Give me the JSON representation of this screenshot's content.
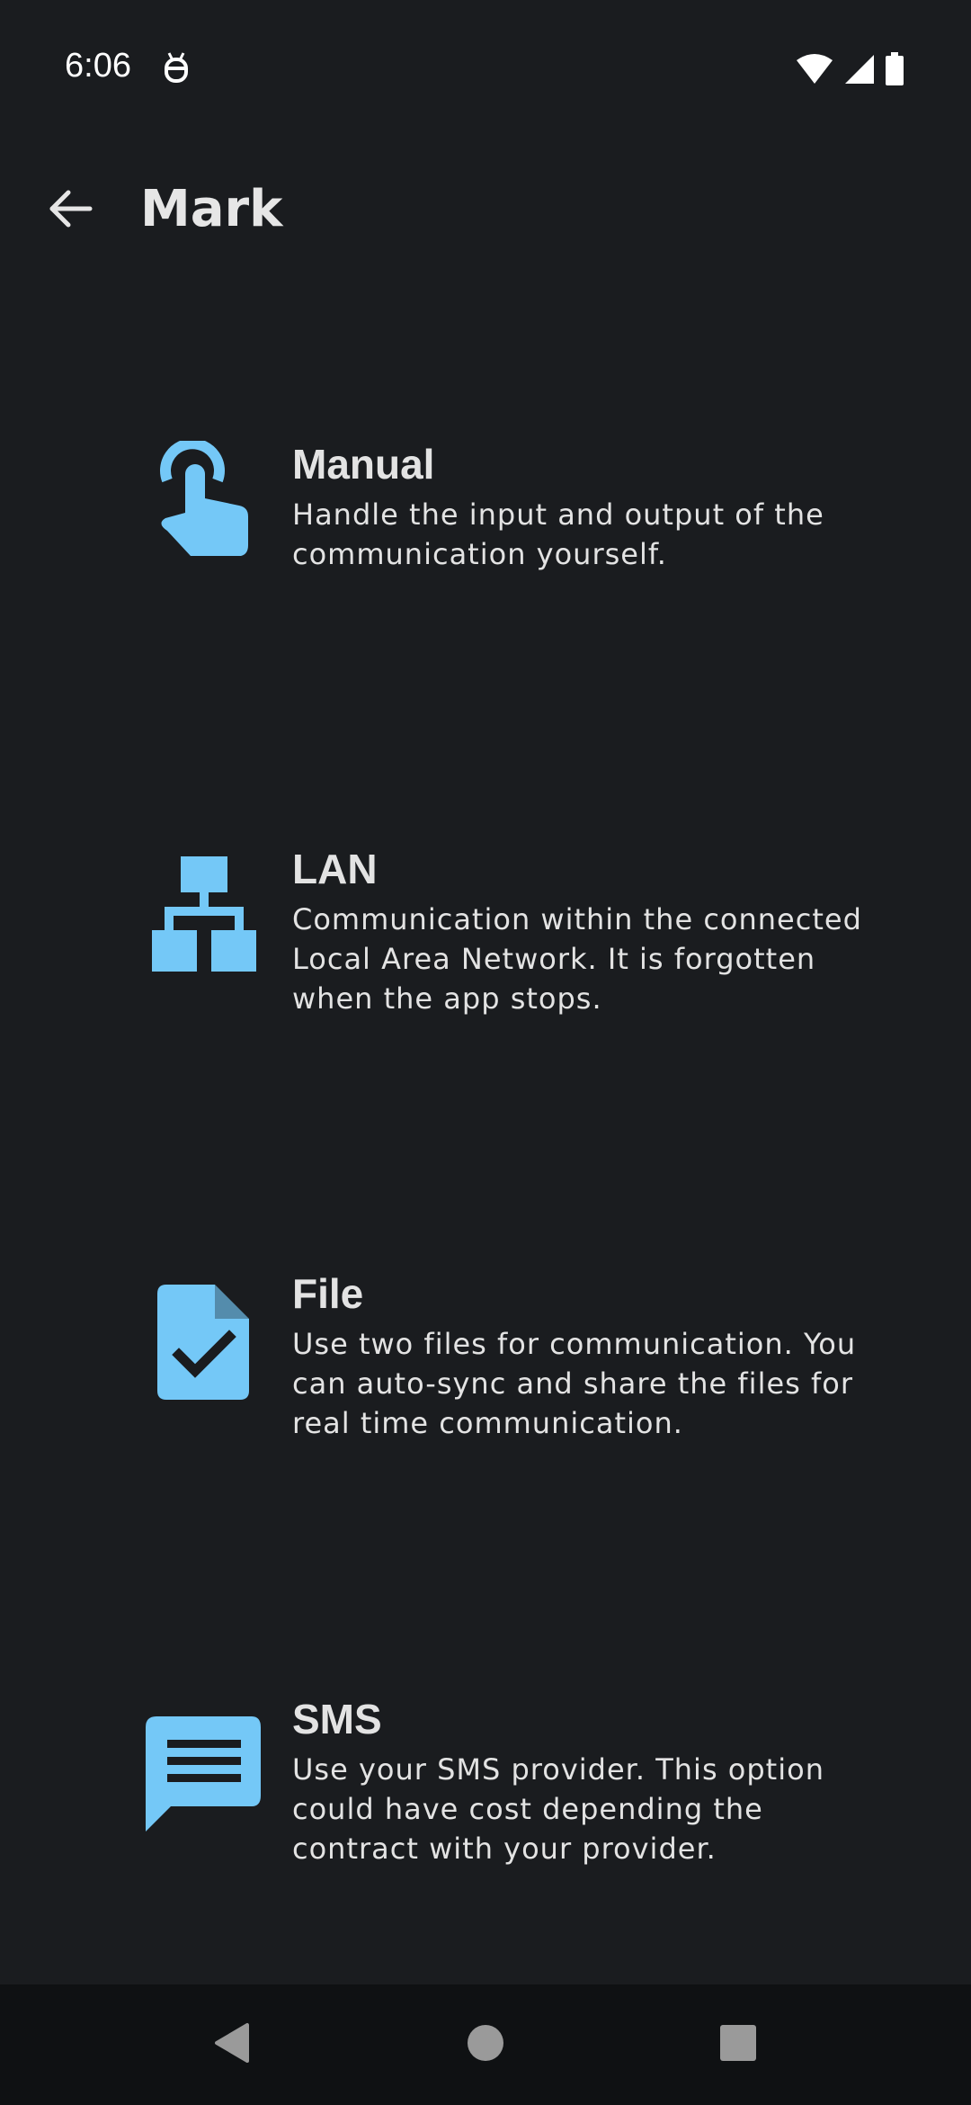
{
  "status_bar": {
    "time": "6:06",
    "icons": [
      "debug-icon",
      "wifi-icon",
      "signal-icon",
      "battery-icon"
    ]
  },
  "app_bar": {
    "title": "Mark",
    "back_icon": "arrow-back-icon"
  },
  "options": [
    {
      "id": "manual",
      "icon": "touch-hand-icon",
      "title": "Manual",
      "description": "Handle the input and output of the communication yourself."
    },
    {
      "id": "lan",
      "icon": "network-tree-icon",
      "title": "LAN",
      "description": "Communication within the connected Local Area Network. It is forgotten when the app stops."
    },
    {
      "id": "file",
      "icon": "file-check-icon",
      "title": "File",
      "description": "Use two files for communication. You can auto-sync and share the files for real time communication."
    },
    {
      "id": "sms",
      "icon": "message-icon",
      "title": "SMS",
      "description": "Use your SMS provider. This option could have cost depending the contract with your provider."
    }
  ],
  "nav_bar": {
    "icons": [
      "back-triangle-icon",
      "home-circle-icon",
      "recents-square-icon"
    ]
  },
  "colors": {
    "background": "#1a1c1f",
    "accent": "#74c8f7",
    "text": "#e3e3e3",
    "nav_background": "#0f1113"
  }
}
